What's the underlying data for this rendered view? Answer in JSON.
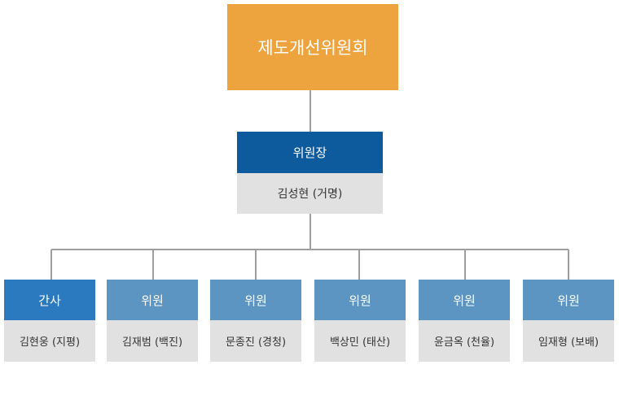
{
  "committee": {
    "title": "제도개선위원회"
  },
  "chair": {
    "role": "위원장",
    "name": "김성현 (거명)"
  },
  "members": [
    {
      "role": "간사",
      "name": "김현웅 (지평)"
    },
    {
      "role": "위원",
      "name": "김재범 (백진)"
    },
    {
      "role": "위원",
      "name": "문종진 (경청)"
    },
    {
      "role": "위원",
      "name": "백상민 (태산)"
    },
    {
      "role": "위원",
      "name": "윤금옥 (천율)"
    },
    {
      "role": "위원",
      "name": "임재형 (보배)"
    }
  ],
  "colors": {
    "committee_box": "#eda43f",
    "chair_role_box": "#0d5a9d",
    "secretary_role_box": "#2b79be",
    "member_role_box": "#5c94c2",
    "name_box": "#e1e1e1",
    "connector": "#9e9e9e"
  }
}
